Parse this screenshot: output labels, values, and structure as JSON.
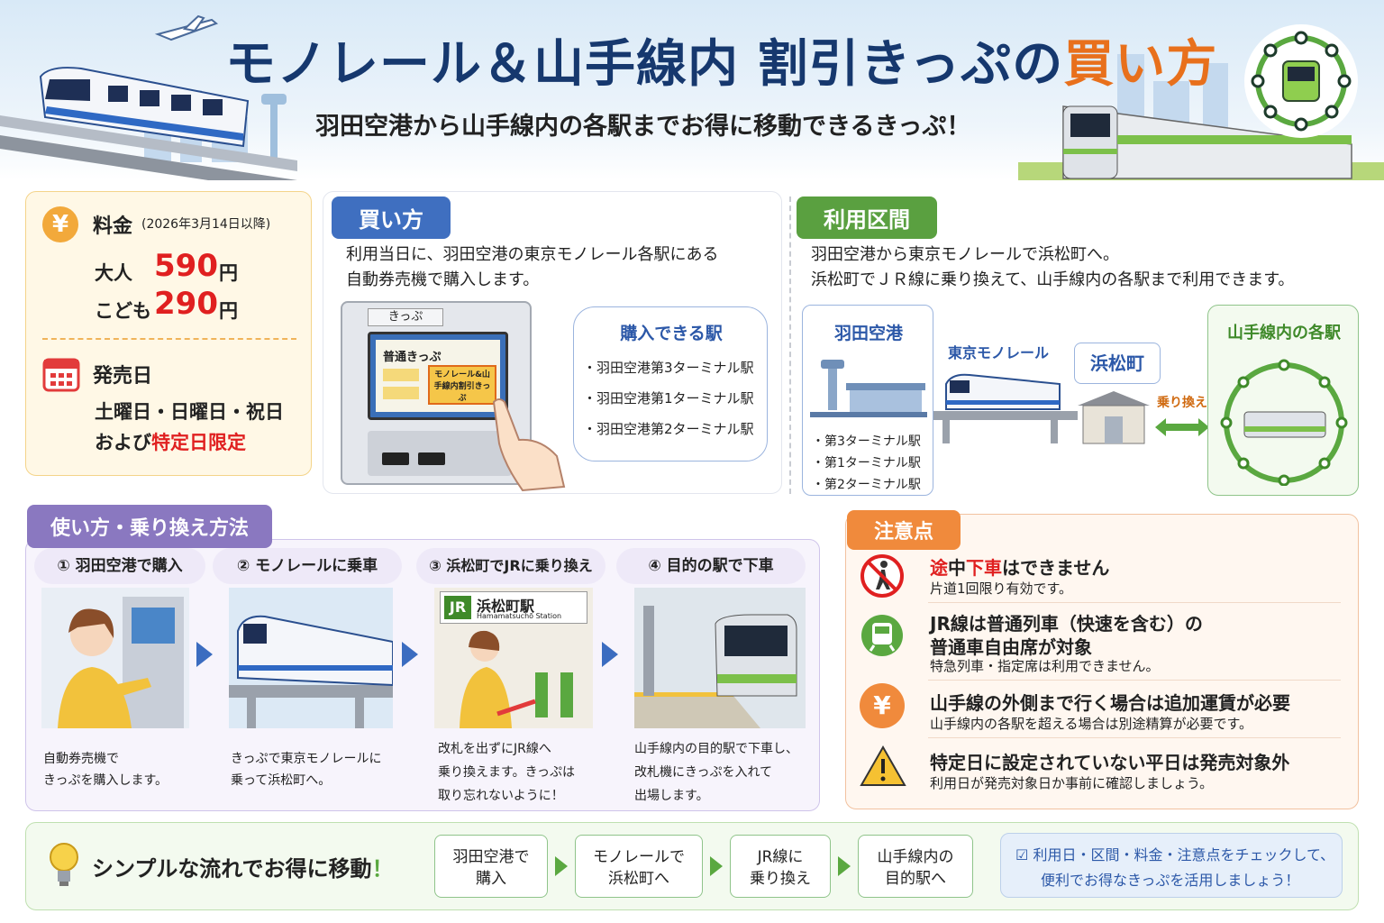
{
  "header": {
    "title_main": "モノレール＆山手線内 割引きっぷの",
    "title_accent": "買い方",
    "subtitle": "羽田空港から山手線内の各駅までお得に移動できるきっぷ！"
  },
  "fare": {
    "label": "料金",
    "note": "(2026年3月14日以降)",
    "adult_label": "大人",
    "adult_price": "590",
    "child_label": "こども",
    "child_price": "290",
    "yen": "円",
    "yen_icon": "¥"
  },
  "sale": {
    "label": "発売日",
    "line1": "土曜日・日曜日・祝日",
    "line2_prefix": "および",
    "line2_accent": "特定日限定"
  },
  "howto": {
    "tag": "買い方",
    "text1": "利用当日に、羽田空港の東京モノレール各駅にある",
    "text2": "自動券売機で購入します。",
    "machine_top": "きっぷ",
    "screen_title": "普通きっぷ",
    "screen_button": "モノレール&山手線内割引きっぷ",
    "stations_title": "購入できる駅",
    "stations": [
      "・羽田空港第3ターミナル駅",
      "・羽田空港第1ターミナル駅",
      "・羽田空港第2ターミナル駅"
    ]
  },
  "area": {
    "tag": "利用区間",
    "text1": "羽田空港から東京モノレールで浜松町へ。",
    "text2": "浜松町でＪＲ線に乗り換えて、山手線内の各駅まで利用できます。",
    "haneda_label": "羽田空港",
    "terminals": [
      "・第3ターミナル駅",
      "・第1ターミナル駅",
      "・第2ターミナル駅"
    ],
    "monorail_label": "東京モノレール",
    "hamamatsucho_label": "浜松町",
    "transfer_label": "乗り換え",
    "yamanote_label": "山手線内の各駅"
  },
  "usage": {
    "tag": "使い方・乗り換え方法",
    "steps": [
      {
        "title": "① 羽田空港で購入",
        "desc1": "自動券売機で",
        "desc2": "きっぷを購入します。",
        "desc3": ""
      },
      {
        "title": "② モノレールに乗車",
        "desc1": "きっぷで東京モノレールに",
        "desc2": "乗って浜松町へ。",
        "desc3": ""
      },
      {
        "title": "③ 浜松町でJRに乗り換え",
        "desc1": "改札を出ずにJR線へ",
        "desc2": "乗り換えます。きっぷは",
        "desc3": "取り忘れないように！"
      },
      {
        "title": "④ 目的の駅で下車",
        "desc1": "山手線内の目的駅で下車し、",
        "desc2": "改札機にきっぷを入れて",
        "desc3": "出場します。"
      }
    ],
    "jr_logo": "JR",
    "station_sign": "浜松町駅",
    "station_sign_en": "Hamamatsuchō Station"
  },
  "caution": {
    "tag": "注意点",
    "items": [
      {
        "t1a": "途",
        "t1b": "中",
        "t1c": "下車",
        "t1d": "はできません",
        "t2": "",
        "sub": "片道1回限り有効です。"
      },
      {
        "t1a": "",
        "t1b": "JR線は普通列車（快速を含む）の",
        "t1c": "",
        "t1d": "",
        "t2": "普通車自由席が対象",
        "sub": "特急列車・指定席は利用できません。"
      },
      {
        "t1a": "",
        "t1b": "山手線の外側まで行く場合は追加運賃が必要",
        "t1c": "",
        "t1d": "",
        "t2": "",
        "sub": "山手線内の各駅を超える場合は別途精算が必要です。"
      },
      {
        "t1a": "",
        "t1b": "特定日に設定されていない平日は発売対象外",
        "t1c": "",
        "t1d": "",
        "t2": "",
        "sub": "利用日が発売対象日か事前に確認しましょう。"
      }
    ],
    "yen_icon": "¥",
    "warn_icon": "!"
  },
  "flow": {
    "title": "シンプルな流れでお得に移動",
    "title_mark": "！",
    "boxes": [
      {
        "l1": "羽田空港で",
        "l2": "購入"
      },
      {
        "l1": "モノレールで",
        "l2": "浜松町へ"
      },
      {
        "l1": "JR線に",
        "l2": "乗り換え"
      },
      {
        "l1": "山手線内の",
        "l2": "目的駅へ"
      }
    ],
    "check_icon": "☑",
    "note1": "利用日・区間・料金・注意点をチェックして、",
    "note2": "便利でお得なきっぷを活用しましょう！"
  },
  "colors": {
    "navy": "#16386e",
    "orange": "#e8701c",
    "red": "#e02020",
    "blue_tag": "#3f6fc0",
    "green_tag": "#5aa040",
    "purple_tag": "#8a78c0",
    "orange_tag": "#f08a3c"
  }
}
